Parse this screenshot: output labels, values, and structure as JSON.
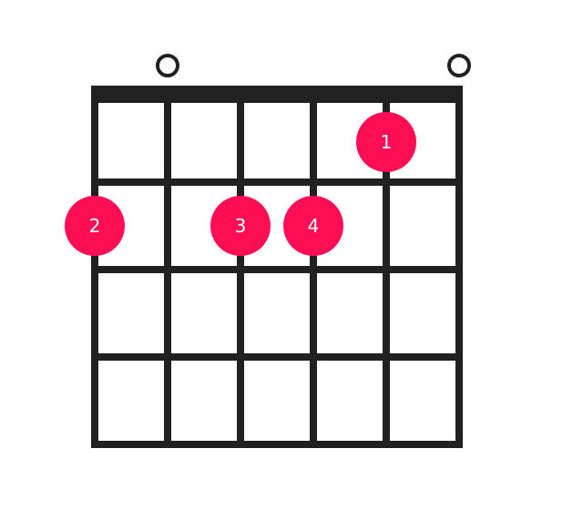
{
  "chord_diagram": {
    "strings": 6,
    "frets_shown": 4,
    "nut": true,
    "colors": {
      "grid": "#212121",
      "finger": "#ff0d55",
      "finger_text": "#ffffff",
      "background": "#ffffff"
    },
    "open_strings": [
      {
        "string": 2,
        "symbol": "O"
      },
      {
        "string": 6,
        "symbol": "O"
      }
    ],
    "fingers": [
      {
        "finger": "1",
        "string": 5,
        "fret": 1
      },
      {
        "finger": "2",
        "string": 1,
        "fret": 2
      },
      {
        "finger": "3",
        "string": 3,
        "fret": 2
      },
      {
        "finger": "4",
        "string": 4,
        "fret": 2
      }
    ]
  }
}
